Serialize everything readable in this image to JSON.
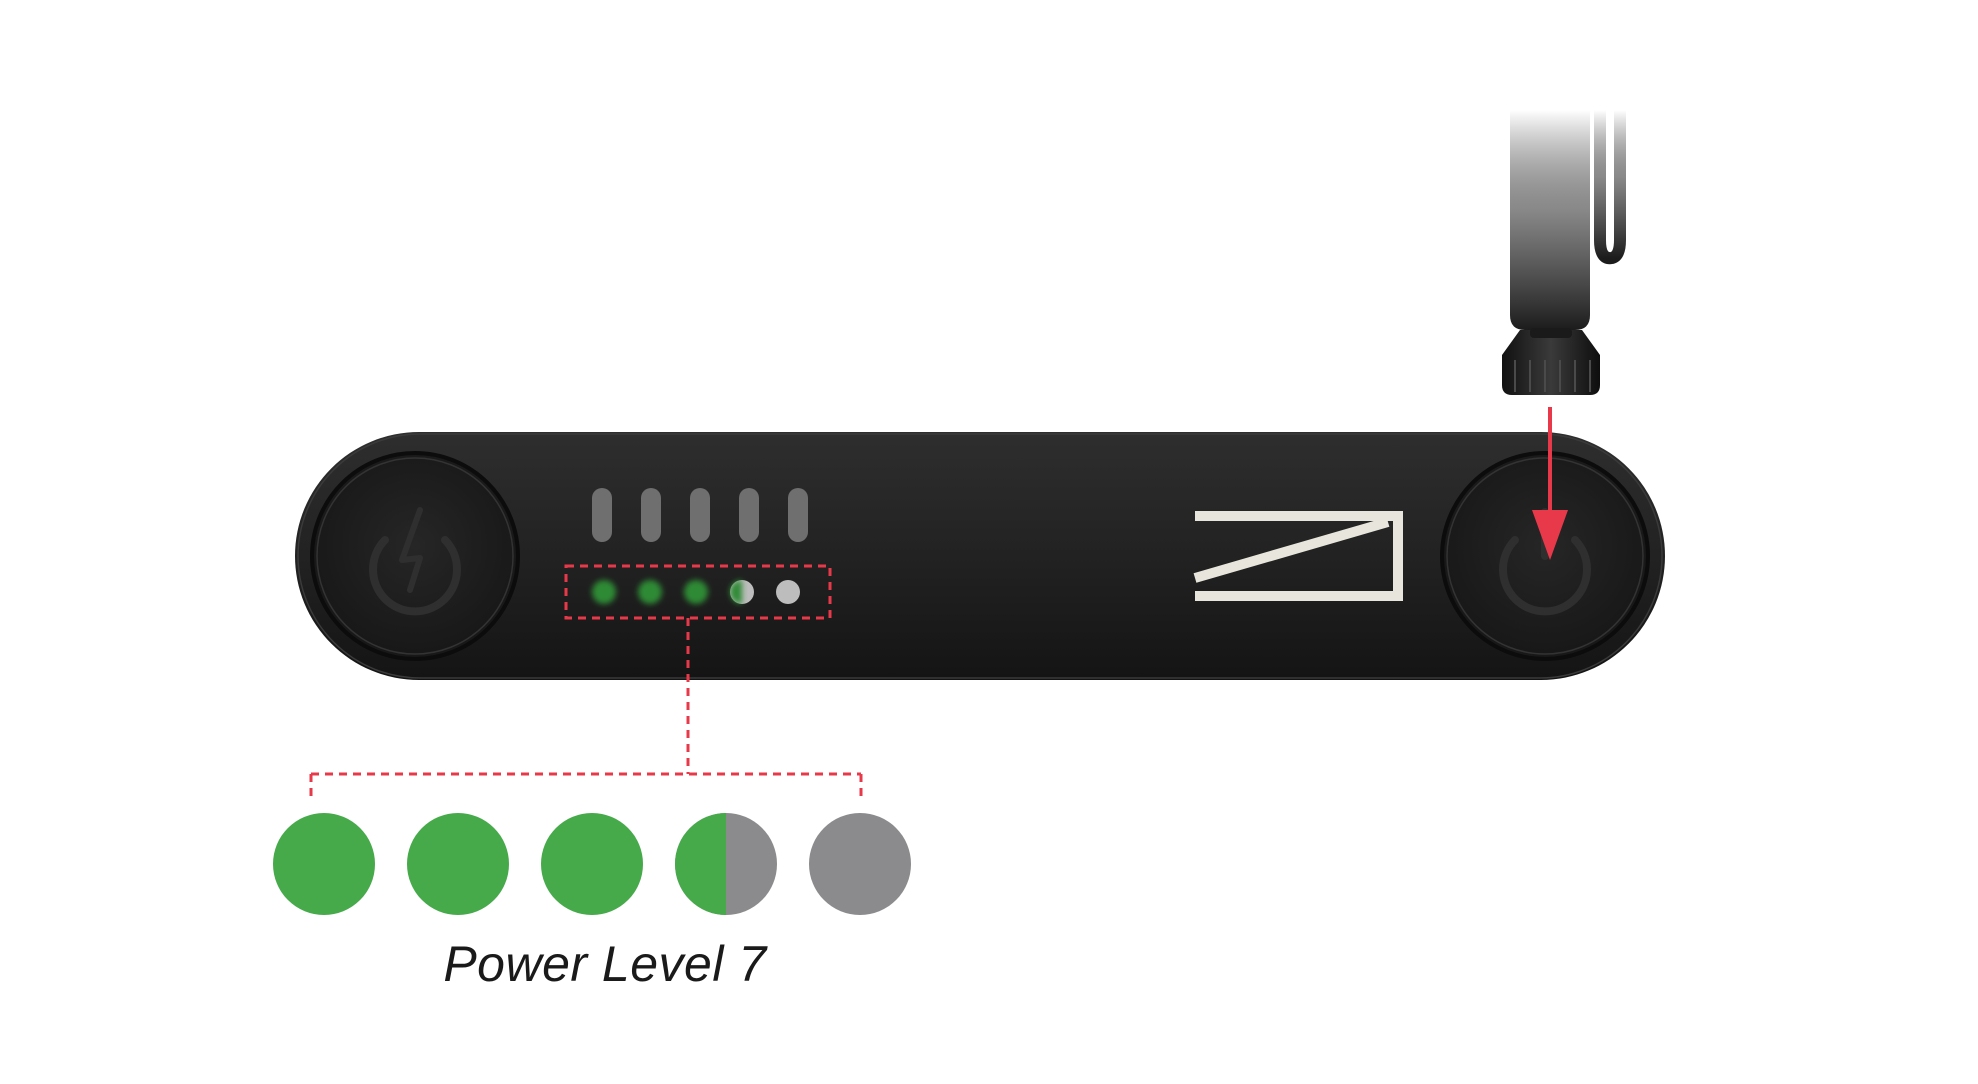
{
  "caption": "Power Level 7",
  "power_level": {
    "leds": [
      {
        "state": "on",
        "fill": 1.0
      },
      {
        "state": "on",
        "fill": 1.0
      },
      {
        "state": "on",
        "fill": 1.0
      },
      {
        "state": "half",
        "fill": 0.5
      },
      {
        "state": "off",
        "fill": 0.0
      }
    ]
  },
  "colors": {
    "led_on": "#46aa4b",
    "led_off": "#8b8b8d",
    "callout": "#e8394a",
    "device_body": "#1e1e1e",
    "logo": "#e8e6dc",
    "caption": "#1a1a1a"
  },
  "icons": {
    "left_button": "power-charge-icon",
    "right_button": "power-icon",
    "logo": "brand-logo",
    "arrow": "down-arrow-icon"
  }
}
